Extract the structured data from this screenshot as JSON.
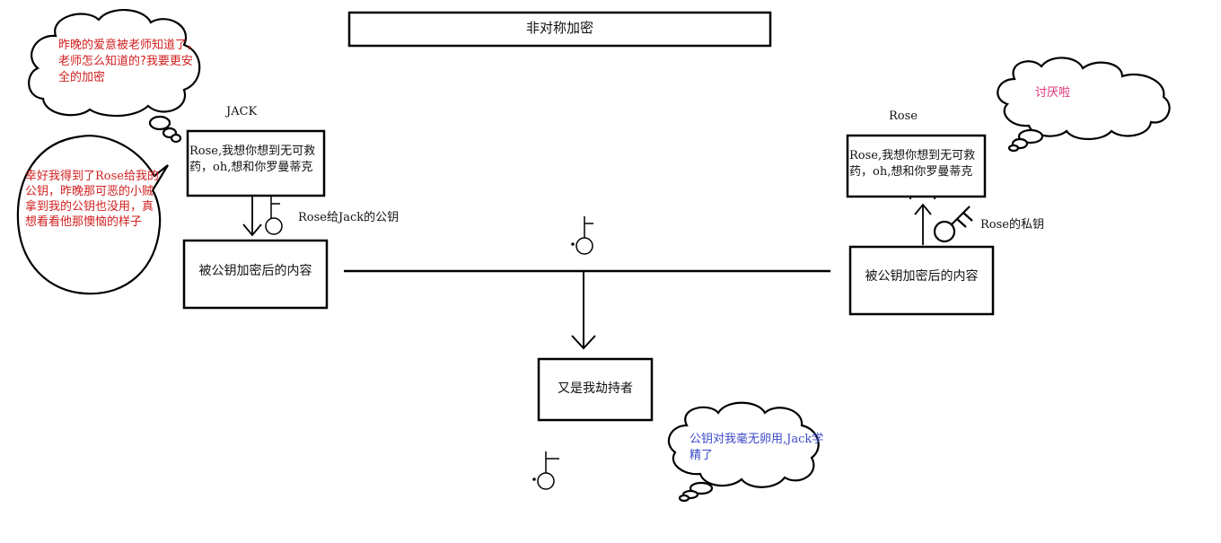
{
  "title": "非对称加密",
  "jack": {
    "name": "JACK",
    "message": "Rose,我想你想到无可救药，oh,想和你罗曼蒂克",
    "encrypted": "被公钥加密后的内容",
    "key_label": "Rose给Jack的公钥",
    "thought_top": "昨晚的爱意被老师知道了，老师怎么知道的?我要更安全的加密",
    "thought_side": "幸好我得到了Rose给我的公钥，昨晚那可恶的小贼拿到我的公钥也没用，真想看看他那懊恼的样子"
  },
  "rose": {
    "name": "Rose",
    "message": "Rose,我想你想到无可救药，oh,想和你罗曼蒂克",
    "encrypted": "被公钥加密后的内容",
    "key_label": "Rose的私钥",
    "thought": "讨厌啦"
  },
  "hijacker": {
    "label": "又是我劫持者",
    "thought": "公钥对我毫无卵用,Jack学精了"
  },
  "colors": {
    "stroke": "#000000",
    "red_text": "#d21f1f",
    "pink_text": "#e0307a",
    "blue_text": "#3b49c8"
  }
}
